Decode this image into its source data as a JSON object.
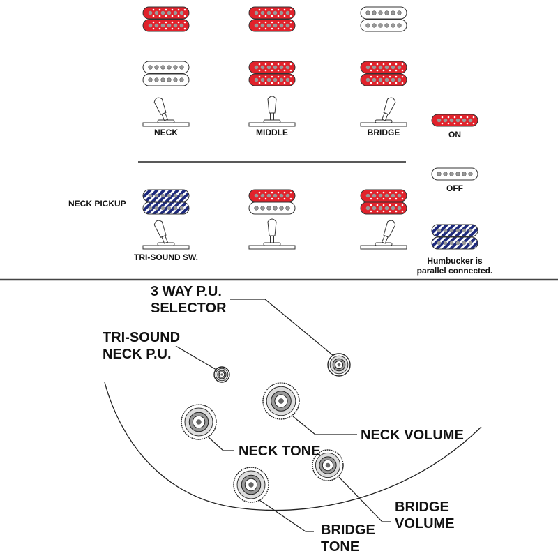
{
  "colors": {
    "on": "#e1222b",
    "parallel": "#1e2a7c",
    "off": "#ffffff",
    "line": "#222222",
    "divider": "#444444"
  },
  "top_section": {
    "columns": [
      {
        "label": "NECK",
        "upper": "on",
        "lower": "off",
        "switch": "left"
      },
      {
        "label": "MIDDLE",
        "upper": "on",
        "lower": "on",
        "switch": "center"
      },
      {
        "label": "BRIDGE",
        "upper": "off",
        "lower": "on",
        "switch": "right"
      }
    ]
  },
  "tri_sound_section": {
    "row_label": "NECK PICKUP",
    "columns": [
      {
        "label": "TRI-SOUND SW.",
        "upper": "parallel",
        "lower": "parallel",
        "switch": "left"
      },
      {
        "label": "",
        "upper": "on",
        "lower": "off",
        "switch": "center"
      },
      {
        "label": "",
        "upper": "on",
        "lower": "on",
        "switch": "right"
      }
    ]
  },
  "legend": {
    "on_label": "ON",
    "off_label": "OFF",
    "parallel_label_1": "Humbucker is",
    "parallel_label_2": "parallel connected."
  },
  "controls": {
    "selector_1": "3 WAY P.U.",
    "selector_2": "SELECTOR",
    "trisound_1": "TRI-SOUND",
    "trisound_2": "NECK P.U.",
    "neck_volume": "NECK VOLUME",
    "neck_tone": "NECK TONE",
    "bridge_volume_1": "BRIDGE",
    "bridge_volume_2": "VOLUME",
    "bridge_tone_1": "BRIDGE",
    "bridge_tone_2": "TONE"
  }
}
